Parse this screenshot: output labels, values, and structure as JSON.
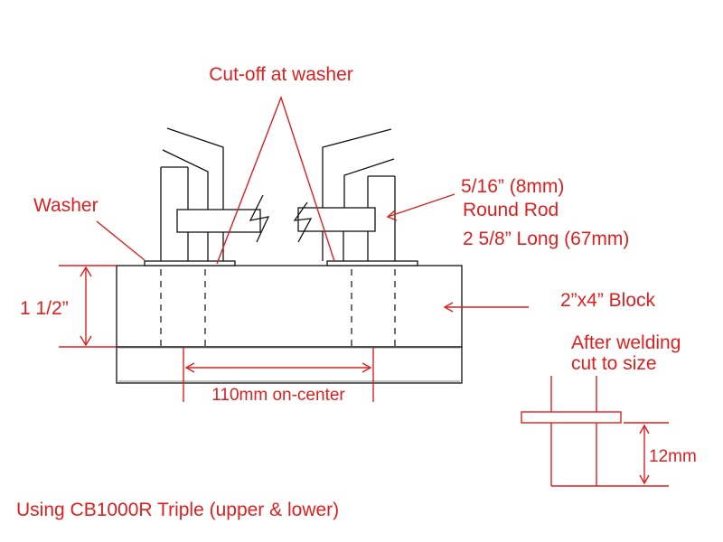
{
  "labels": {
    "cutoff": "Cut-off at washer",
    "washer": "Washer",
    "rod_line1": "5/16” (8mm)",
    "rod_line2": "Round Rod",
    "rod_line3": "2 5/8” Long (67mm)",
    "height": "1 1/2”",
    "block": "2”x4” Block",
    "after_line1": "After welding",
    "after_line2": "cut to size",
    "spacing": "110mm on-center",
    "detail_height": "12mm",
    "footer": "Using CB1000R Triple (upper & lower)"
  },
  "colors": {
    "annotation": "#dd1f1f",
    "drawing": "#111111"
  }
}
